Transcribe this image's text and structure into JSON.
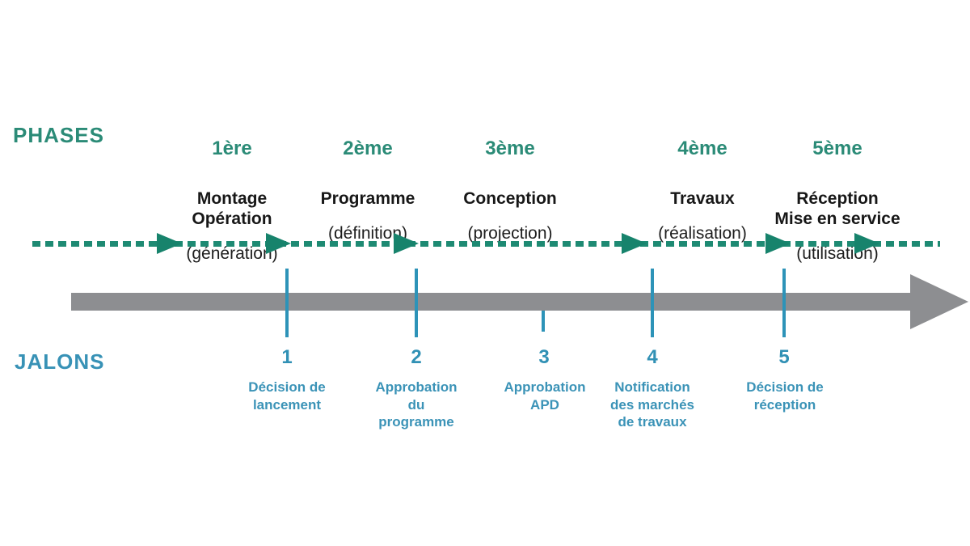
{
  "labels": {
    "phases": "PHASES",
    "jalons": "JALONS"
  },
  "colors": {
    "teal_text": "#2b8b77",
    "teal_arrow": "#17836c",
    "blue": "#3191b5",
    "gray_arrow": "#8d8e91",
    "title_black": "#171717",
    "background": "#ffffff"
  },
  "phases": [
    {
      "ordinal": "1ère",
      "title": "Montage\nOpération",
      "subtitle": "(génération)"
    },
    {
      "ordinal": "2ème",
      "title": "Programme",
      "subtitle": "(définition)"
    },
    {
      "ordinal": "3ème",
      "title": "Conception",
      "subtitle": "(projection)"
    },
    {
      "ordinal": "4ème",
      "title": "Travaux",
      "subtitle": "(réalisation)"
    },
    {
      "ordinal": "5ème",
      "title": "Réception\nMise en service",
      "subtitle": "(utilisation)"
    }
  ],
  "jalons": [
    {
      "number": "1",
      "label": "Décision de\nlancement"
    },
    {
      "number": "2",
      "label": "Approbation\ndu\nprogramme"
    },
    {
      "number": "3",
      "label": "Approbation\nAPD"
    },
    {
      "number": "4",
      "label": "Notification\ndes marchés\nde travaux"
    },
    {
      "number": "5",
      "label": "Décision de\nréception"
    }
  ]
}
